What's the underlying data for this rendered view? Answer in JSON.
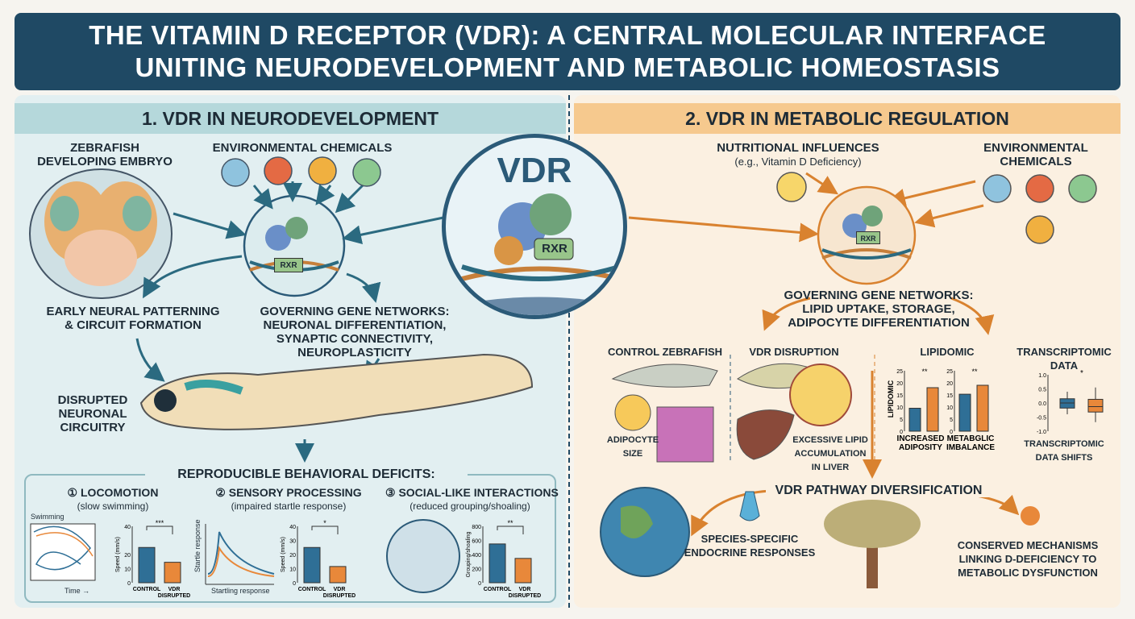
{
  "title": {
    "line1": "THE VITAMIN D RECEPTOR (VDR): A CENTRAL MOLECULAR INTERFACE",
    "line2": "UNITING NEURODEVELOPMENT AND METABOLIC HOMEOSTASIS"
  },
  "colors": {
    "navy": "#1f4964",
    "control": "#2f6f96",
    "disrupted": "#e8883a",
    "left_bg": "#e2eff1",
    "right_bg": "#fbf0e1"
  },
  "center": {
    "label": "VDR",
    "partner": "RXR"
  },
  "left": {
    "header": "1. VDR IN NEURODEVELOPMENT",
    "embryo": "ZEBRAFISH\nDEVELOPING EMBRYO",
    "chemicals": "ENVIRONMENTAL CHEMICALS",
    "rxr": "RXR",
    "patterning": "EARLY NEURAL PATTERNING\n& CIRCUIT FORMATION",
    "networks_title": "GOVERNING GENE NETWORKS:",
    "networks_body": "NEURONAL DIFFERENTIATION,\nSYNAPTIC CONNECTIVITY,\nNEUROPLASTICITY",
    "circuitry": "DISRUPTED\nNEURONAL\nCIRCUITRY",
    "deficits_title": "REPRODUCIBLE BEHAVIORAL DEFICITS:",
    "deficits": [
      {
        "num": "①",
        "title": "LOCOMOTION",
        "sub": "(slow swimming)",
        "plot_label": "Swimming",
        "x_label": "Time →",
        "y_label": "Speed (mm/s)",
        "sig": "***",
        "ticks": [
          "0",
          "10",
          "20",
          "40"
        ],
        "values": [
          25,
          14.5
        ],
        "ymax": 40
      },
      {
        "num": "②",
        "title": "SENSORY PROCESSING",
        "sub": "(impaired startle response)",
        "plot_label": "Startle response",
        "x_label": "Startling response",
        "y_label": "Speed (mm/s)",
        "sig": "*",
        "ticks": [
          "0",
          "10",
          "20",
          "30",
          "40"
        ],
        "values": [
          25,
          11.5
        ],
        "ymax": 40
      },
      {
        "num": "③",
        "title": "SOCIAL-LIKE INTERACTIONS",
        "sub": "(reduced grouping/shoaling)",
        "y_label": "Grouping/shoaling",
        "sig": "**",
        "ticks": [
          "0",
          "200",
          "400",
          "600",
          "800"
        ],
        "values": [
          550,
          345
        ],
        "ymax": 800
      }
    ],
    "categories": [
      "CONTROL",
      "VDR\nDISRUPTED"
    ]
  },
  "right": {
    "header": "2. VDR IN METABOLIC REGULATION",
    "nutritional": "NUTRITIONAL INFLUENCES",
    "nutritional_sub": "(e.g., Vitamin D Deficiency)",
    "chemicals": "ENVIRONMENTAL\nCHEMICALS",
    "rxr": "RXR",
    "networks": "GOVERNING GENE NETWORKS:\nLIPID UPTAKE, STORAGE,\nADIPOCYTE DIFFERENTIATION",
    "control": "CONTROL ZEBRAFISH",
    "disruption": "VDR DISRUPTION",
    "adipocyte": "ADIPOCYTE\nSIZE",
    "liver": "EXCESSIVE LIPID\nACCUMULATION\nIN LIVER",
    "lipidomic": "LIPIDOMIC",
    "lipidomic_axis": "LIPIDOMIC",
    "lipid_charts": [
      {
        "label": "INCREASED\nADIPOSITY",
        "sig": "**",
        "values": [
          9.5,
          18
        ],
        "ymax": 25,
        "ticks": [
          "0",
          "5",
          "10",
          "15",
          "20",
          "25"
        ]
      },
      {
        "label": "METABGLIC\nIMBALANCE",
        "sig": "**",
        "values": [
          15.3,
          19
        ],
        "ymax": 25,
        "ticks": [
          "0",
          "5",
          "10",
          "15",
          "20",
          "25"
        ]
      }
    ],
    "transcriptomic": "TRANSCRIPTOMIC\nDATA",
    "transcriptomic_label": "TRANSCRIPTOMIC\nDATA SHIFTS",
    "box_sig": "*",
    "box_ticks": [
      "1.0",
      "0.5",
      "0.0",
      "-0.5",
      "-1.0"
    ],
    "boxes": [
      {
        "min": -0.4,
        "q1": -0.18,
        "median": 0.0,
        "q3": 0.15,
        "max": 0.4
      },
      {
        "min": -0.68,
        "q1": -0.32,
        "median": -0.13,
        "q3": 0.13,
        "max": 0.55
      }
    ],
    "diversification": "VDR PATHWAY DIVERSIFICATION",
    "species": "SPECIES-SPECIFIC\nENDOCRINE RESPONSES",
    "conserved": "CONSERVED MECHANISMS\nLINKING D-DEFICIENCY TO\nMETABOLIC DYSFUNCTION"
  }
}
